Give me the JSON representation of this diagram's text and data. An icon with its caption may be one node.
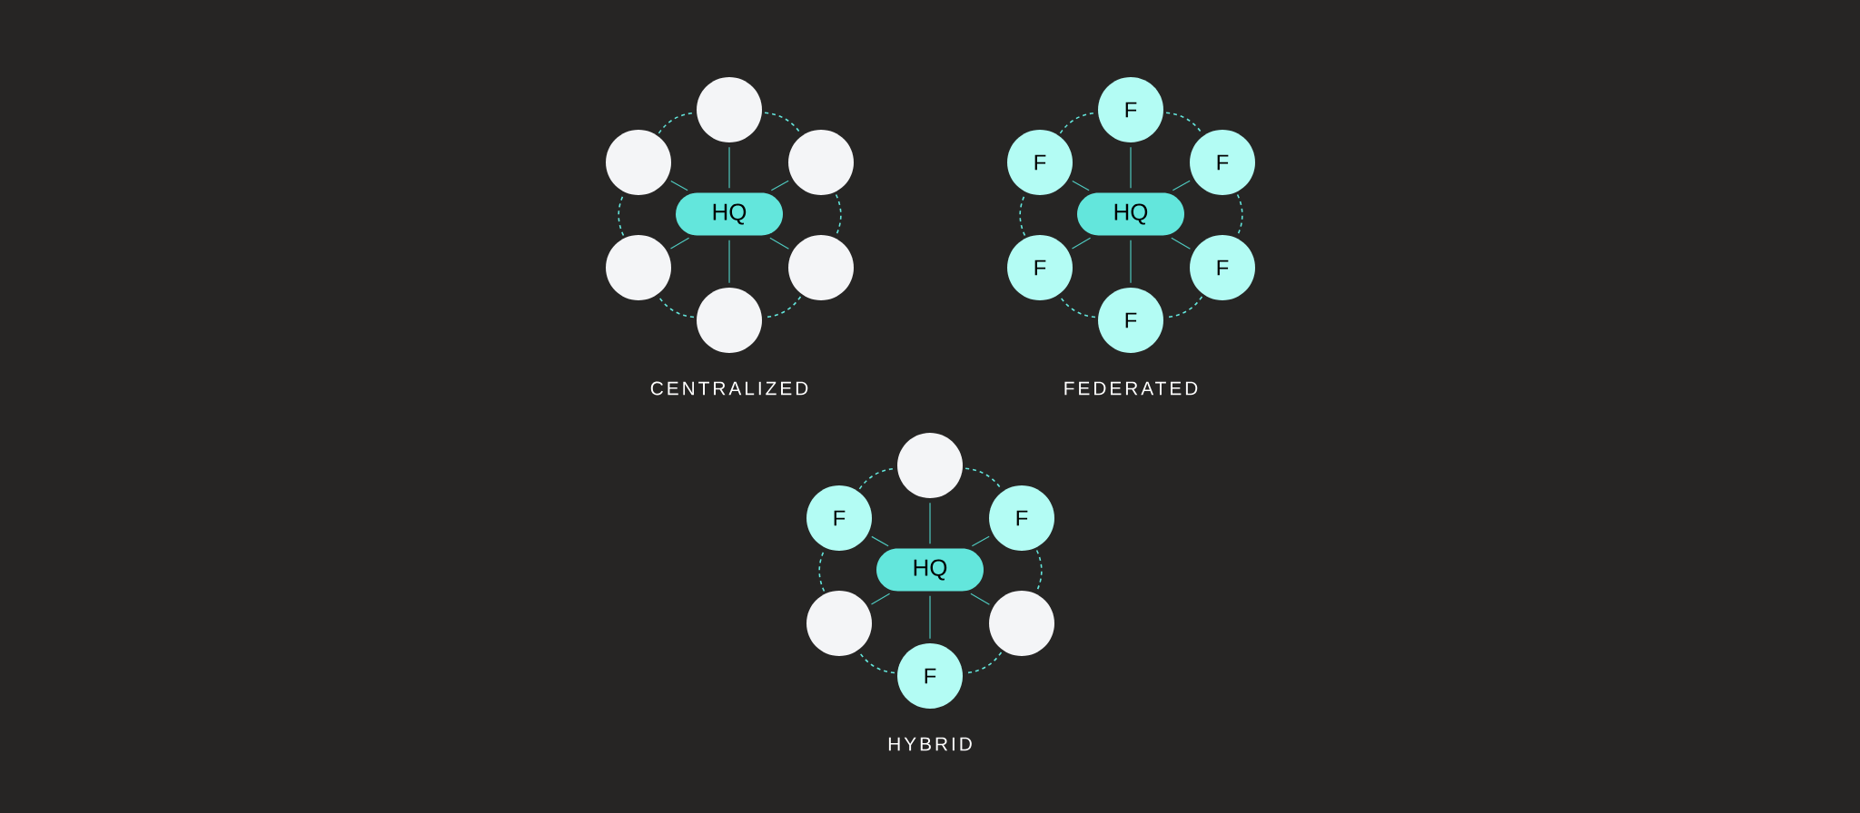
{
  "diagram": {
    "nodes": [
      {
        "text": [],
        "shape": "circle"
      },
      {
        "text": [],
        "shape": "circle"
      },
      {
        "text": [],
        "shape": "circle"
      },
      {
        "text": [
          "HQ"
        ]
      },
      {
        "text": [],
        "shape": "circle"
      },
      {
        "text": [],
        "shape": "circle"
      },
      {
        "text": [],
        "shape": "circle"
      },
      {
        "text": [
          "F"
        ]
      },
      {
        "text": [
          "F"
        ]
      },
      {
        "text": [
          "F"
        ]
      },
      {
        "text": [
          "HQ"
        ]
      },
      {
        "text": [
          "F"
        ]
      },
      {
        "text": [
          "F"
        ]
      },
      {
        "text": [
          "F"
        ]
      },
      {
        "text": [],
        "shape": "circle"
      },
      {
        "text": [
          "F"
        ]
      },
      {
        "text": [
          "F"
        ]
      },
      {
        "text": [
          "HQ"
        ]
      },
      {
        "text": [],
        "shape": "circle"
      },
      {
        "text": [],
        "shape": "circle"
      },
      {
        "text": [
          "F"
        ]
      }
    ],
    "edges": [
      {
        "from": 3,
        "to": 0,
        "arrow": "none"
      },
      {
        "from": 3,
        "to": 1,
        "arrow": "none"
      },
      {
        "from": 3,
        "to": 2,
        "arrow": "none"
      },
      {
        "from": 3,
        "to": 4,
        "arrow": "none"
      },
      {
        "from": 3,
        "to": 5,
        "arrow": "none"
      },
      {
        "from": 3,
        "to": 6,
        "arrow": "none"
      },
      {
        "from": 0,
        "to": 2,
        "arrow": "none",
        "style": "dashed"
      },
      {
        "from": 2,
        "to": 5,
        "arrow": "none",
        "style": "dashed"
      },
      {
        "from": 5,
        "to": 6,
        "arrow": "none",
        "style": "dashed"
      },
      {
        "from": 6,
        "to": 4,
        "arrow": "none",
        "style": "dashed"
      },
      {
        "from": 4,
        "to": 1,
        "arrow": "none",
        "style": "dashed"
      },
      {
        "from": 1,
        "to": 0,
        "arrow": "none",
        "style": "dashed"
      },
      {
        "from": 10,
        "to": 7,
        "arrow": "none"
      },
      {
        "from": 10,
        "to": 8,
        "arrow": "none"
      },
      {
        "from": 10,
        "to": 9,
        "arrow": "none"
      },
      {
        "from": 10,
        "to": 11,
        "arrow": "none"
      },
      {
        "from": 10,
        "to": 12,
        "arrow": "none"
      },
      {
        "from": 10,
        "to": 13,
        "arrow": "none"
      },
      {
        "from": 7,
        "to": 9,
        "arrow": "none",
        "style": "dashed"
      },
      {
        "from": 9,
        "to": 12,
        "arrow": "none",
        "style": "dashed"
      },
      {
        "from": 12,
        "to": 13,
        "arrow": "none",
        "style": "dashed"
      },
      {
        "from": 13,
        "to": 11,
        "arrow": "none",
        "style": "dashed"
      },
      {
        "from": 11,
        "to": 8,
        "arrow": "none",
        "style": "dashed"
      },
      {
        "from": 8,
        "to": 7,
        "arrow": "none",
        "style": "dashed"
      },
      {
        "from": 17,
        "to": 14,
        "arrow": "none"
      },
      {
        "from": 17,
        "to": 15,
        "arrow": "none"
      },
      {
        "from": 17,
        "to": 16,
        "arrow": "none"
      },
      {
        "from": 17,
        "to": 18,
        "arrow": "none"
      },
      {
        "from": 17,
        "to": 19,
        "arrow": "none"
      },
      {
        "from": 17,
        "to": 20,
        "arrow": "none"
      },
      {
        "from": 14,
        "to": 16,
        "arrow": "none",
        "style": "dashed"
      },
      {
        "from": 16,
        "to": 19,
        "arrow": "none",
        "style": "dashed"
      },
      {
        "from": 19,
        "to": 20,
        "arrow": "none",
        "style": "dashed"
      },
      {
        "from": 20,
        "to": 18,
        "arrow": "none",
        "style": "dashed"
      },
      {
        "from": 18,
        "to": 15,
        "arrow": "none",
        "style": "dashed"
      },
      {
        "from": 15,
        "to": 14,
        "arrow": "none",
        "style": "dashed"
      }
    ],
    "labels": [
      "CENTRALIZED",
      "FEDERATED",
      "HYBRID"
    ]
  }
}
